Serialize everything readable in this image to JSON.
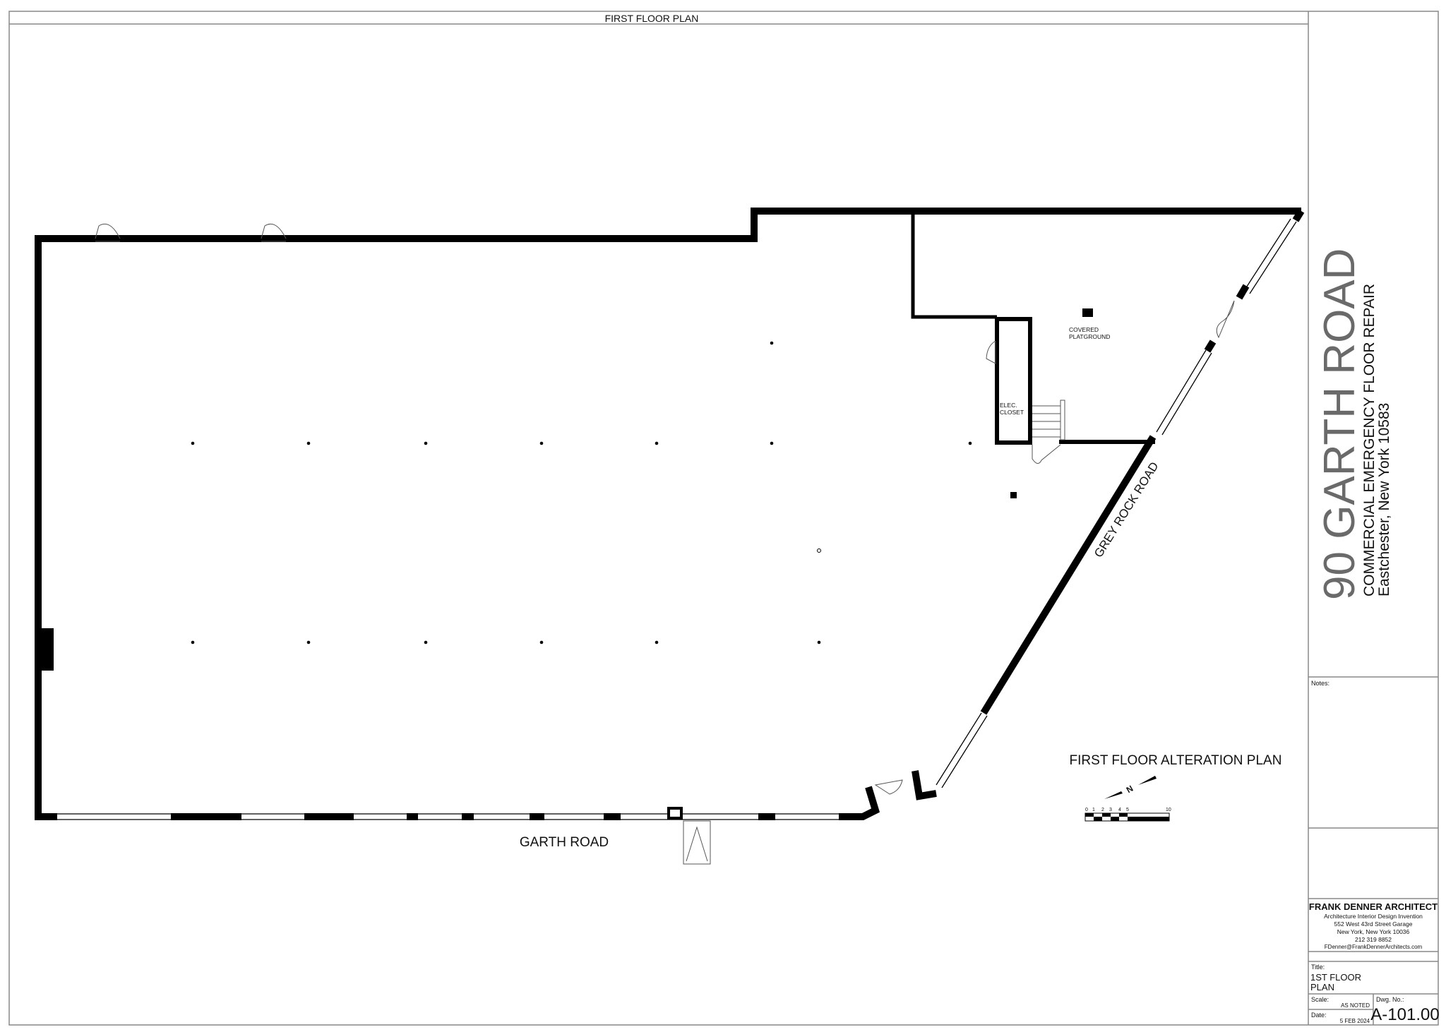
{
  "sheet": {
    "header_title": "FIRST FLOOR PLAN",
    "project_name": "90 GARTH ROAD",
    "project_description": "COMMERCIAL EMERGENCY FLOOR REPAIR",
    "project_location": "Eastchester, New York 10583",
    "notes_label": "Notes:"
  },
  "plan": {
    "title": "FIRST FLOOR ALTERATION PLAN",
    "street_bottom": "GARTH ROAD",
    "street_diagonal": "GREY ROCK ROAD",
    "room_playground": [
      "COVERED",
      "PLATGROUND"
    ],
    "room_closet": [
      "ELEC.",
      "CLOSET"
    ],
    "north_label": "N",
    "scale_ticks": [
      "0",
      "1",
      "2",
      "3",
      "4",
      "5",
      "10"
    ]
  },
  "title_block": {
    "firm": "FRANK DENNER ARCHITECT",
    "tagline": "Architecture  Interior Design  Invention",
    "address1": "552 West 43rd Street Garage",
    "address2": "New York, New York 10036",
    "phone": "212 319 8852",
    "email": "FDenner@FrankDennerArchitects.com",
    "title_label": "Title:",
    "title_line1": "1ST FLOOR",
    "title_line2": "PLAN",
    "scale_label": "Scale:",
    "scale_value": "AS NOTED",
    "date_label": "Date:",
    "date_value": "5 FEB 2024",
    "dwg_label": "Dwg. No.:",
    "dwg_value": "A-101.00"
  }
}
